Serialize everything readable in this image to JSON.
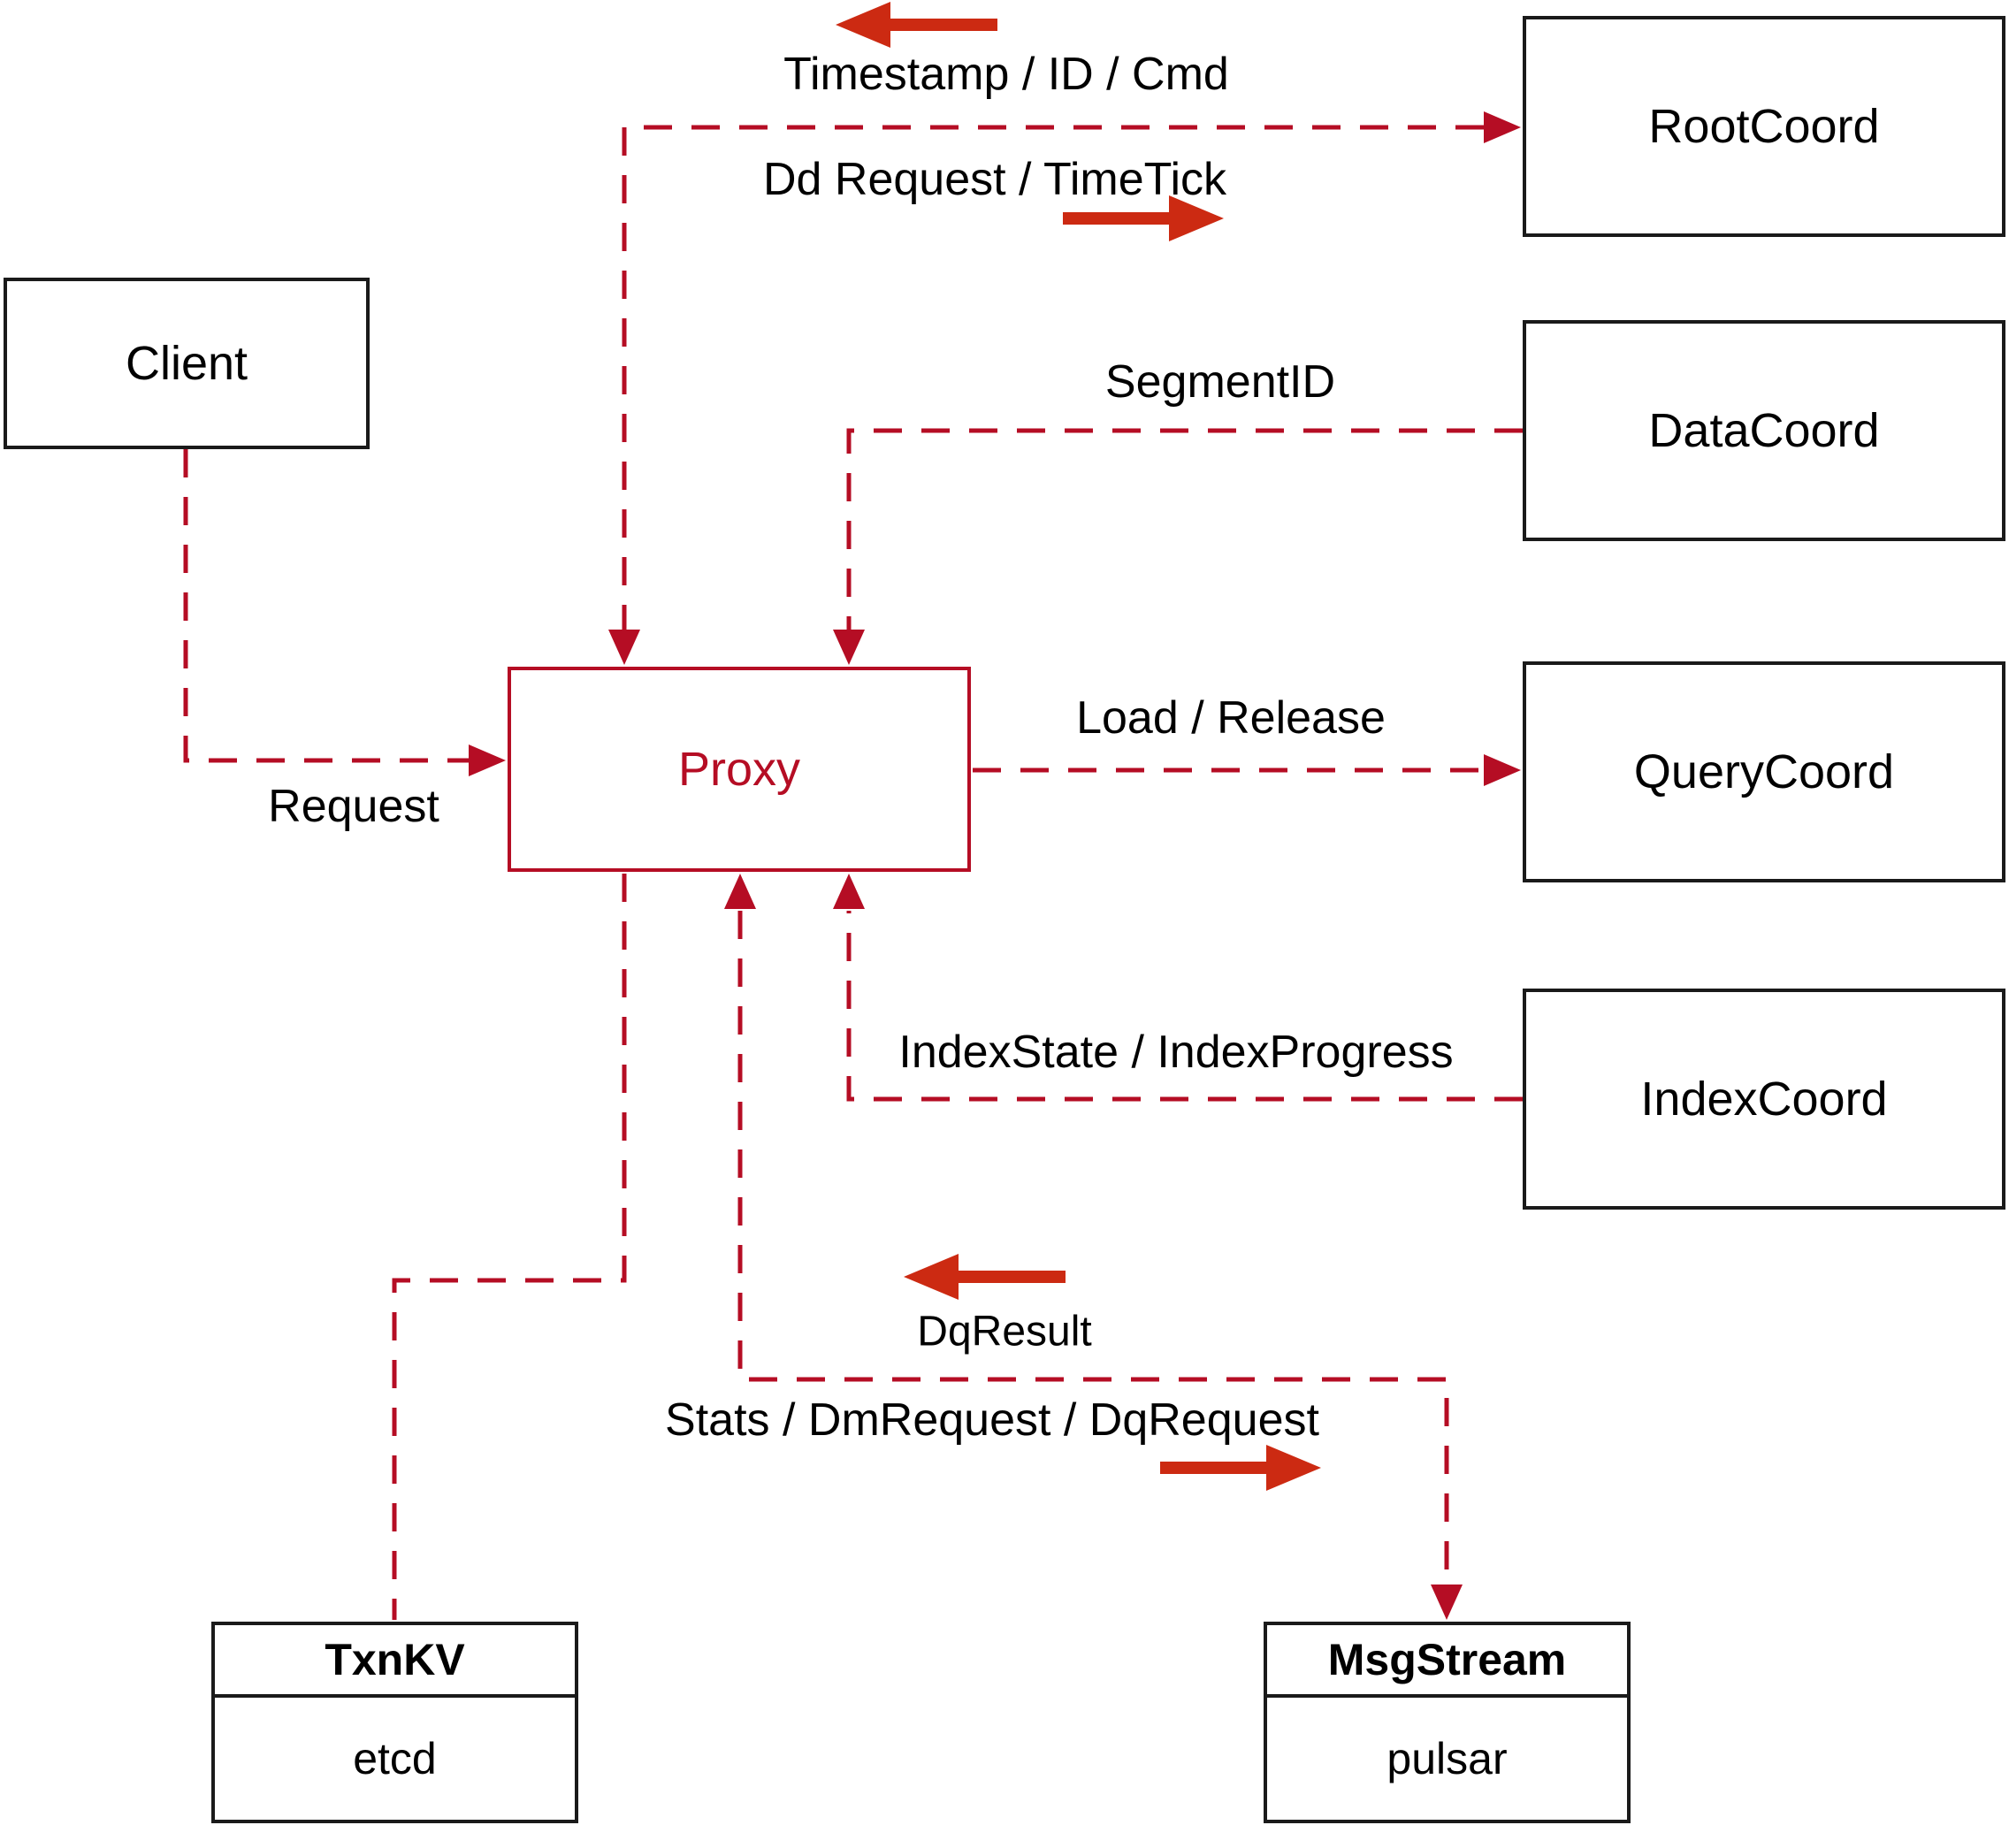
{
  "diagram": {
    "colors": {
      "wire": "#b50d24",
      "arrow": "#cc2a12",
      "box_border": "#1a1a1a",
      "text": "#000000",
      "background": "#ffffff"
    },
    "nodes": {
      "client": {
        "label": "Client"
      },
      "proxy": {
        "label": "Proxy"
      },
      "rootcoord": {
        "label": "RootCoord"
      },
      "datacoord": {
        "label": "DataCoord"
      },
      "querycoord": {
        "label": "QueryCoord"
      },
      "indexcoord": {
        "label": "IndexCoord"
      },
      "txnkv": {
        "title": "TxnKV",
        "subtitle": "etcd"
      },
      "msgstream": {
        "title": "MsgStream",
        "subtitle": "pulsar"
      }
    },
    "edge_labels": {
      "request": "Request",
      "timestamp_id_cmd": "Timestamp / ID / Cmd",
      "dd_request_timetick": "Dd Request / TimeTick",
      "segment_id": "SegmentID",
      "load_release": "Load / Release",
      "index_state_progress": "IndexState / IndexProgress",
      "dq_result": "DqResult",
      "stats_dm_dq": "Stats / DmRequest / DqRequest"
    }
  }
}
